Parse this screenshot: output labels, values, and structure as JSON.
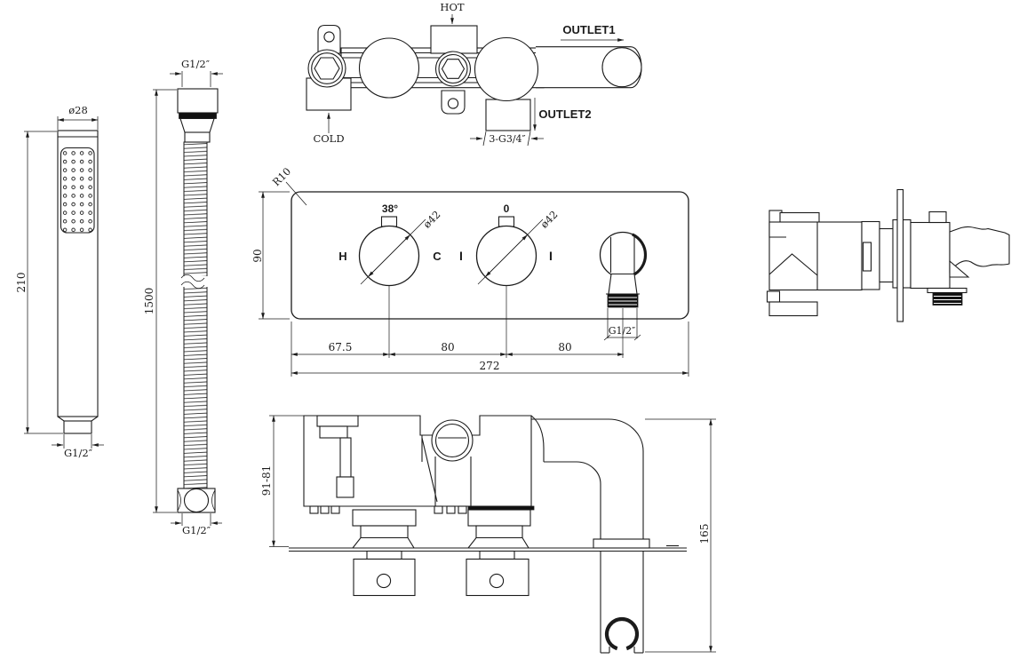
{
  "document": {
    "type": "technical-installation-drawing",
    "subject": "concealed thermostatic shower valve with handset, hose and holder"
  },
  "colors": {
    "line": "#1b1b1b",
    "background": "#ffffff",
    "thread_fill": "#111111"
  },
  "views": {
    "hand_shower": {
      "labels": {
        "diameter": "ø28",
        "length": "210",
        "thread": "G1/2″"
      }
    },
    "hose": {
      "labels": {
        "thread_top": "G1/2″",
        "length": "1500",
        "thread_bottom": "G1/2″"
      }
    },
    "valve_top": {
      "labels": {
        "hot": "HOT",
        "cold": "COLD",
        "outlet1": "OUTLET1",
        "outlet2": "OUTLET2",
        "outlets_thread": "3-G3/4″"
      }
    },
    "valve_front": {
      "labels": {
        "corner_radius": "R10",
        "plate_height": "90",
        "temp_setting": "38°",
        "knob1_diameter": "ø42",
        "hot_mark": "H",
        "cold_mark": "C",
        "diverter_setting": "0",
        "knob2_diameter": "ø42",
        "diverter_mark_left": "I",
        "diverter_mark_right": "I",
        "outlet_thread": "G1/2″",
        "spacing_left": "67.5",
        "spacing_mid": "80",
        "spacing_right": "80",
        "plate_width": "272"
      }
    },
    "valve_bottom": {
      "labels": {
        "depth_range": "91-81",
        "drop_height": "165"
      }
    }
  }
}
